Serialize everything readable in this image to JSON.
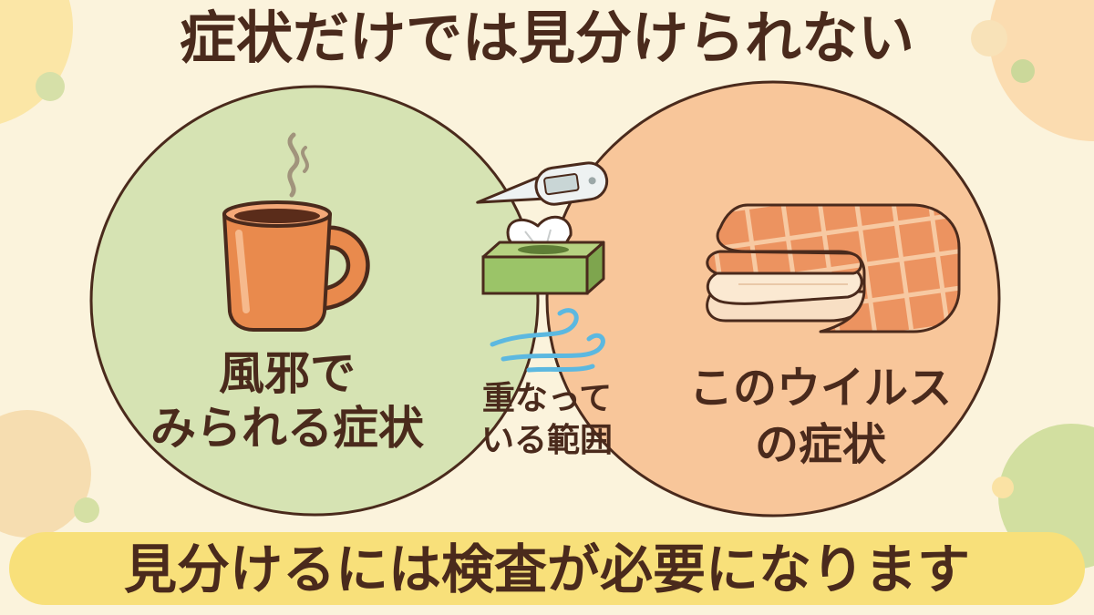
{
  "title": "症状だけでは見分けられない",
  "footer": "見分けるには検査が必要になります",
  "diagram": {
    "left_label": [
      "風邪で",
      "みられる症状"
    ],
    "center_label": [
      "重なって",
      "いる範囲"
    ],
    "right_label": [
      "このウイルス",
      "の症状"
    ]
  },
  "colors": {
    "background": "#fbf3dc",
    "left_circle": "#d6e3b3",
    "right_circle": "#f8c69a",
    "overlap": "#f7cb6c",
    "outline": "#4a2a1c",
    "footer_band": "#f8e07a"
  },
  "icons": {
    "left": "coffee-mug-icon",
    "center": [
      "thermometer-icon",
      "tissue-box-icon",
      "wind-icon"
    ],
    "right": "folded-blanket-icon"
  }
}
